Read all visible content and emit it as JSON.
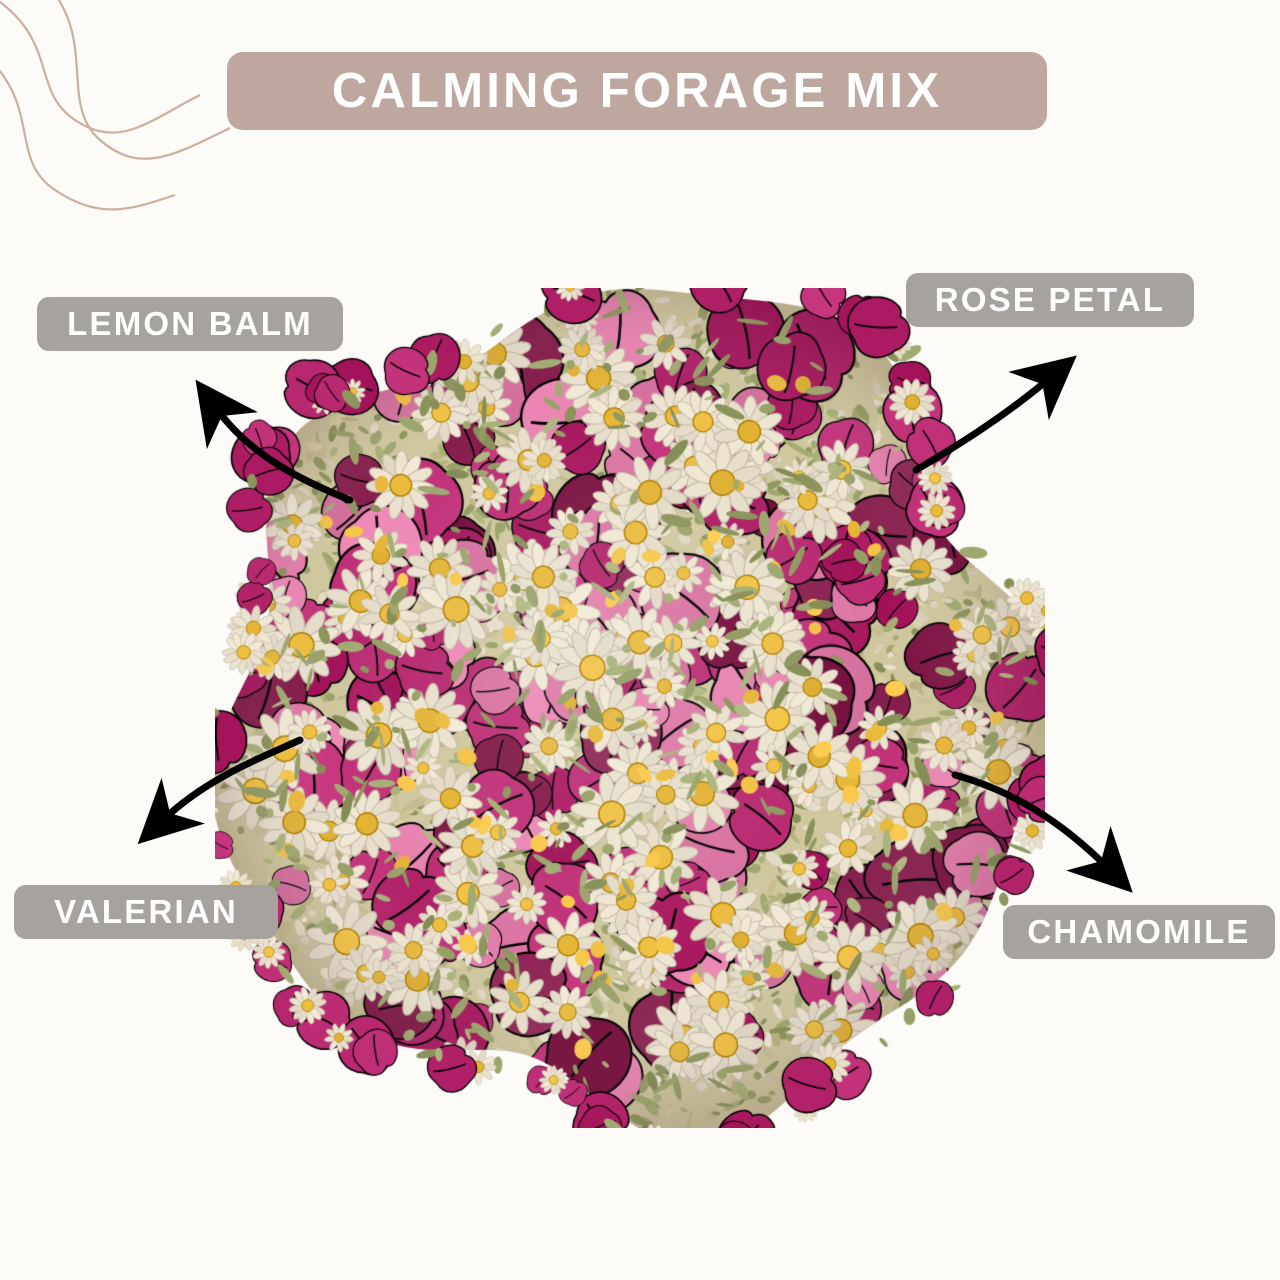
{
  "page": {
    "background_color": "#fdfbf8",
    "title_pill_color": "#bda79f",
    "label_pill_color": "#a6a29d",
    "text_color": "#ffffff",
    "arrow_color": "#000000",
    "swirl_color": "#c9ab9c"
  },
  "header": {
    "title": "CALMING FORAGE MIX"
  },
  "labels": [
    {
      "id": "lemon-balm",
      "text": "LEMON BALM"
    },
    {
      "id": "rose-petal",
      "text": "ROSE PETAL"
    },
    {
      "id": "valerian",
      "text": "VALERIAN"
    },
    {
      "id": "chamomile",
      "text": "CHAMOMILE"
    }
  ],
  "product": {
    "name": "Calming forage mix pile",
    "ingredient_colors": {
      "rose_petal": "#b4246b",
      "rose_petal_light": "#e07aa8",
      "chamomile_petal": "#f2ead6",
      "chamomile_center": "#e9b93a",
      "leaf_green": "#9aa36a",
      "stem_tan": "#c9bf92"
    }
  }
}
